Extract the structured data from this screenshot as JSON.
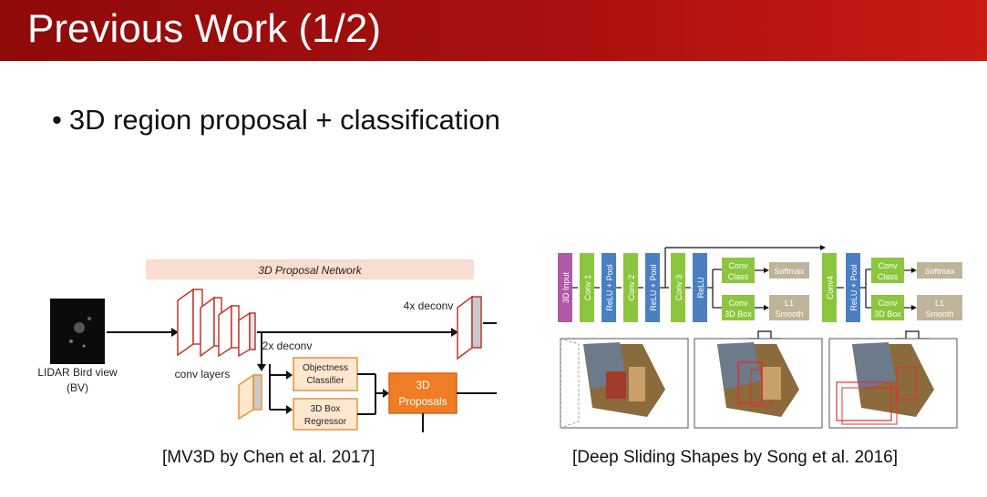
{
  "slide": {
    "title": "Previous Work (1/2)",
    "bullet": "3D region proposal + classification"
  },
  "left_figure": {
    "header": "3D Proposal Network",
    "input_label_line1": "LIDAR Bird view",
    "input_label_line2": "(BV)",
    "conv_label": "conv layers",
    "deconv4_label": "4x deconv",
    "deconv2_label": "2x deconv",
    "objectness_line1": "Objectness",
    "objectness_line2": "Classifier",
    "regressor_line1": "3D Box",
    "regressor_line2": "Regressor",
    "proposals_line1": "3D",
    "proposals_line2": "Proposals",
    "caption": "[MV3D by Chen et al. 2017]"
  },
  "right_figure": {
    "blocks": {
      "input": "3D Input",
      "conv1": "Conv 1",
      "relupool1": "ReLU + Pool",
      "conv2": "Conv 2",
      "relupool2": "ReLU + Pool",
      "conv3": "Conv 3",
      "relu": "ReLU",
      "conv4": "Conv4",
      "relupool3": "ReLU + Pool"
    },
    "heads_a": {
      "conv_class_line1": "Conv",
      "conv_class_line2": "Class",
      "softmax": "Softmax",
      "conv_box_line1": "Conv",
      "conv_box_line2": "3D Box",
      "l1_line1": "L1",
      "l1_line2": "Smooth"
    },
    "heads_b": {
      "conv_class_line1": "Conv",
      "conv_class_line2": "Class",
      "softmax": "Softmax",
      "conv_box_line1": "Conv",
      "conv_box_line2": "3D Box",
      "l1_line1": "L1",
      "l1_line2": "Smooth"
    },
    "caption": "[Deep Sliding Shapes by Song et al. 2016]"
  },
  "colors": {
    "title_bar": "#a81010",
    "purple_block": "#b05aa8",
    "green_block": "#8cc63e",
    "blue_block": "#4a7fc1",
    "tan_block": "#bfb39a",
    "orange_block": "#f07c26"
  }
}
